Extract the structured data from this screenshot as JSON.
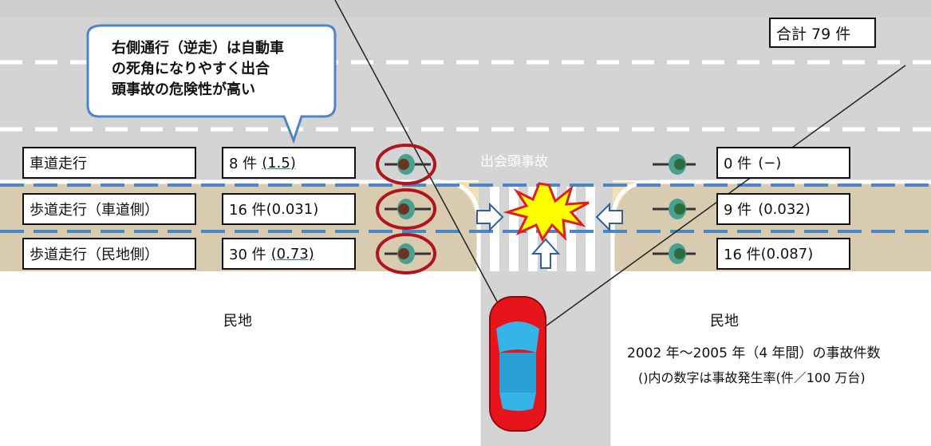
{
  "callout": {
    "line1": "右側通行（逆走）は自動車",
    "line2": "の死角になりやすく出合",
    "line3": "頭事故の危険性が高い"
  },
  "total": "合計 79 件",
  "collision_label": "出会頭事故",
  "left_rows": [
    {
      "label": "車道走行",
      "count": "8 件",
      "rate": "(1.5)"
    },
    {
      "label": "歩道走行（車道側）",
      "count": "16 件",
      "rate": "(0.031)"
    },
    {
      "label": "歩道走行（民地側）",
      "count": "30 件",
      "rate": "(0.73)"
    }
  ],
  "right_rows": [
    {
      "count": "0 件",
      "rate": "(−)"
    },
    {
      "count": "9 件",
      "rate": "(0.032)"
    },
    {
      "count": "16 件",
      "rate": "(0.087)"
    }
  ],
  "land_left": "民地",
  "land_right": "民地",
  "note1": "2002 年～2005 年（4 年間）の事故件数",
  "note2": "()内の数字は事故発生率(件／100 万台)",
  "colors": {
    "road": "#d4d4d4",
    "sidewalk": "#d9cbb0",
    "lane_blue": "#4a86c8",
    "circle_red": "#b0141d",
    "car_red": "#e8141c"
  }
}
